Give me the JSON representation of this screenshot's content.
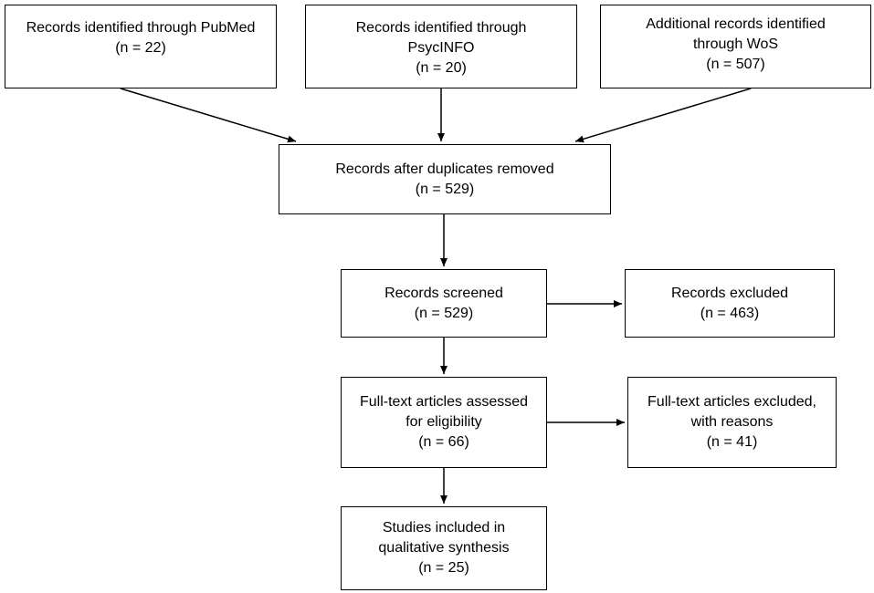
{
  "boxes": {
    "pubmed": {
      "lines": [
        "Records identified through PubMed",
        "(n = 22)"
      ]
    },
    "psycinfo": {
      "lines": [
        "Records identified through",
        "PsycINFO",
        "(n = 20)"
      ]
    },
    "wos": {
      "lines": [
        "Additional records identified",
        "through WoS",
        "(n = 507)"
      ]
    },
    "duplicates_removed": {
      "lines": [
        "Records after duplicates removed",
        "(n = 529)"
      ]
    },
    "screened": {
      "lines": [
        "Records screened",
        "(n = 529)"
      ]
    },
    "excluded": {
      "lines": [
        "Records excluded",
        "(n = 463)"
      ]
    },
    "fulltext_assessed": {
      "lines": [
        "Full-text articles assessed",
        "for eligibility",
        "(n = 66)"
      ]
    },
    "fulltext_excluded": {
      "lines": [
        "Full-text articles excluded,",
        "with reasons",
        "(n = 41)"
      ]
    },
    "included": {
      "lines": [
        "Studies included in",
        "qualitative synthesis",
        "(n = 25)"
      ]
    }
  }
}
